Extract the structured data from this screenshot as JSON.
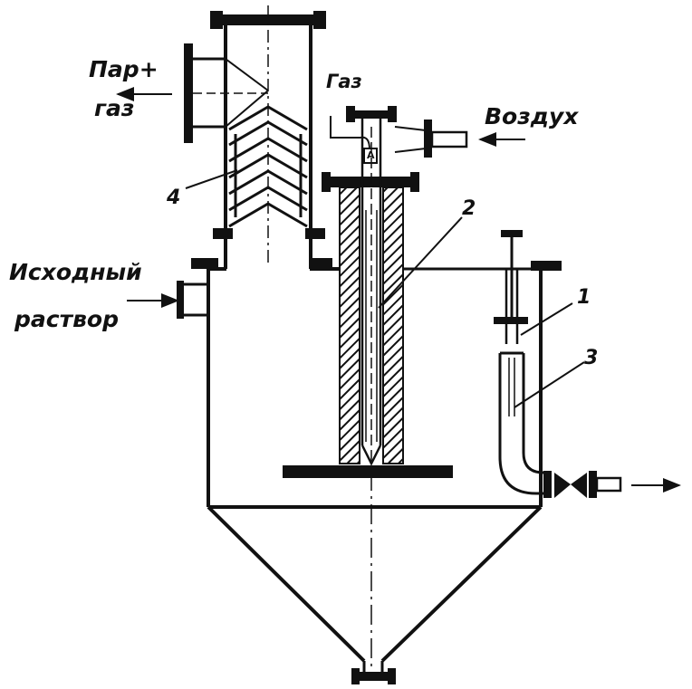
{
  "labels": {
    "steam_gas_line1": "Пар+",
    "steam_gas_line2": "газ",
    "gas": "Газ",
    "air": "Воздух",
    "feed_line1": "Исходный",
    "feed_line2": "раствор",
    "callout_1": "1",
    "callout_2": "2",
    "callout_3": "3",
    "callout_4": "4",
    "probe_tag": "A"
  },
  "colors": {
    "ink": "#111111",
    "paper": "#ffffff"
  }
}
